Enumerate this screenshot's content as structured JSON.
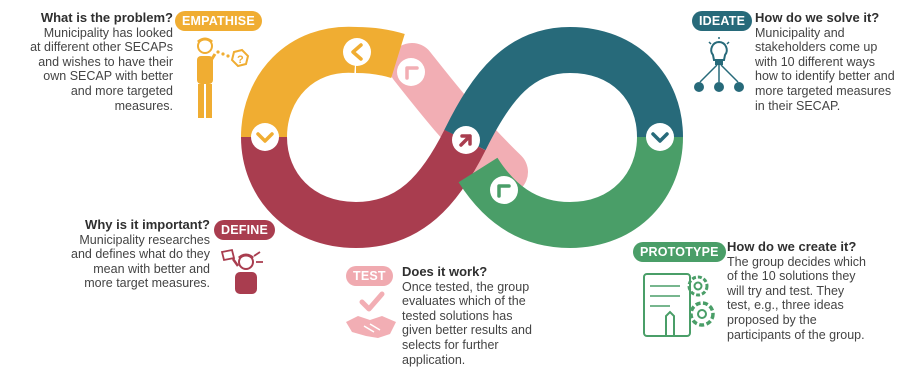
{
  "stages": {
    "empathise": {
      "badge": "EMPATHISE",
      "question": "What is the problem?",
      "lines": [
        "Municipality has looked",
        "at different other SECAPs",
        "and wishes to have their",
        "own SECAP with better",
        "and more targeted",
        "measures."
      ],
      "color": "#f0ad32",
      "icon": "person-thinking-icon"
    },
    "define": {
      "badge": "DEFINE",
      "question": "Why is it important?",
      "lines": [
        "Municipality researches",
        "and defines what do they",
        "mean with better and",
        "more target measures."
      ],
      "color": "#a93d4f",
      "icon": "person-idea-icon"
    },
    "ideate": {
      "badge": "IDEATE",
      "question": "How do we solve it?",
      "lines": [
        "Municipality and",
        "stakeholders come up",
        "with 10 different ways",
        "how to identify better and",
        "more targeted measures",
        "in their SECAP."
      ],
      "color": "#276a7a",
      "icon": "lightbulb-network-icon"
    },
    "prototype": {
      "badge": "PROTOTYPE",
      "question": "How do we create it?",
      "lines": [
        "The group decides which",
        "of the 10 solutions they",
        "will try and test. They",
        "test, e.g., three ideas",
        "proposed by the",
        "participants of the group."
      ],
      "color": "#4a9e68",
      "icon": "blueprint-gears-icon"
    },
    "test": {
      "badge": "TEST",
      "question": "Does it work?",
      "lines": [
        "Once tested, the group",
        "evaluates which of the",
        "tested solutions has",
        "given better results and",
        "selects for further",
        "application."
      ],
      "color": "#f0aab0",
      "icon": "handshake-check-icon"
    }
  }
}
